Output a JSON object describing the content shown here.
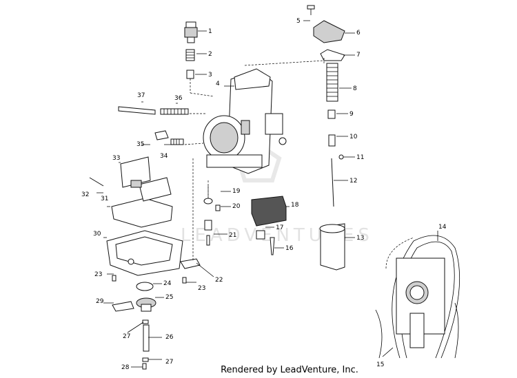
{
  "footer": {
    "text": "Rendered by LeadVenture, Inc."
  },
  "watermark": {
    "text": "LEADVENTURES"
  },
  "callouts": [
    "1",
    "2",
    "3",
    "4",
    "5",
    "6",
    "7",
    "8",
    "9",
    "10",
    "11",
    "12",
    "13",
    "14",
    "15",
    "16",
    "17",
    "18",
    "19",
    "20",
    "21",
    "22",
    "23",
    "23",
    "24",
    "25",
    "26",
    "27",
    "27",
    "28",
    "29",
    "30",
    "31",
    "32",
    "33",
    "34",
    "35",
    "36",
    "37"
  ]
}
